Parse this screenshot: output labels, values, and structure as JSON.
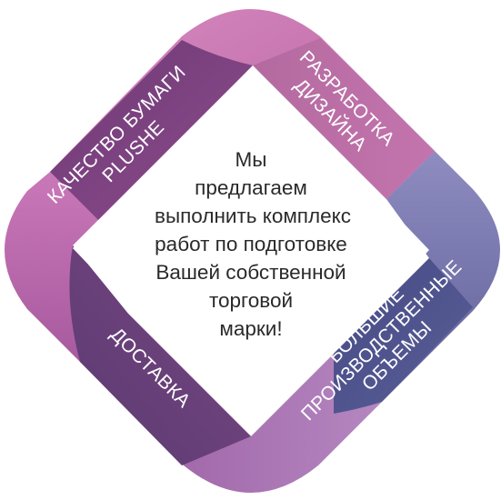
{
  "segments": {
    "top_right": [
      "РАЗРАБОТКА",
      "ДИЗАЙНА"
    ],
    "top_left": [
      "КАЧЕСТВО БУМАГИ",
      "PLUSHE"
    ],
    "bottom_left": [
      "ДОСТАВКА"
    ],
    "bottom_right": [
      "БОЛЬШИЕ",
      "ПРОИЗВОДСТВЕННЫЕ",
      "ОБЪЕМЫ"
    ]
  },
  "center_lines": [
    "Мы",
    "предлагаем",
    "выполнить комплекс",
    "работ по подготовке",
    "Вашей собственной",
    "торговой",
    "марки!"
  ],
  "colors": {
    "pink": "#c678b4",
    "magenta": "#a45596",
    "purple": "#8a4a88",
    "violet": "#7b74a8",
    "navy": "#4f548e"
  }
}
